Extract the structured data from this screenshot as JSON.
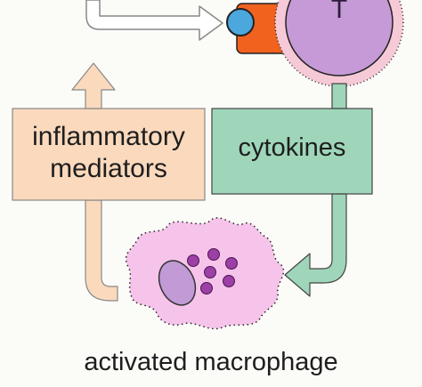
{
  "diagram": {
    "t_cell_label": "T",
    "box_left_line1": "inflammatory",
    "box_left_line2": "mediators",
    "box_right_label": "cytokines",
    "bottom_label": "activated macrophage"
  },
  "colors": {
    "background": "#fbfbf8",
    "mediators_box": "#fad9bd",
    "cytokines_box": "#9fd6b9",
    "t_cell": "#c69ad6",
    "t_cell_rim": "#f6c9d6",
    "macrophage": "#f6c4ea",
    "macrophage_nucleus": "#c19ad6",
    "granules": "#9c3fa6",
    "receptor": "#f0621e",
    "antigen_presenting": "#4ba7dc"
  }
}
